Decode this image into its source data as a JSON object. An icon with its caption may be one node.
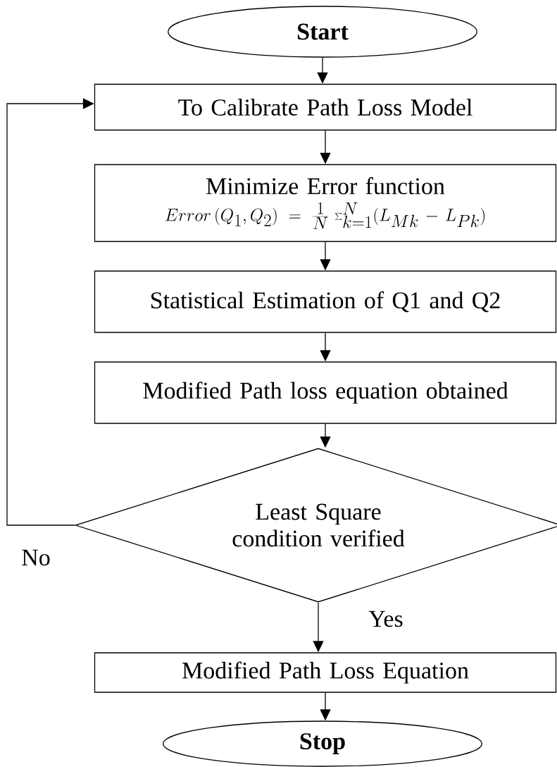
{
  "diagram": {
    "nodes": [
      {
        "text": [
          "Start"
        ]
      },
      {
        "text": [
          "To Calibrate Path Loss Model"
        ]
      },
      {
        "text": [
          "Minimize Error function",
          "Error\\,(Q_1,Q_2)=\\frac{1}{N}\\,\\sum_{k=1}^{N}(L_{Mk}-L_{Pk})"
        ]
      },
      {
        "text": [
          "Statistical Estimation of Q1 and Q2"
        ]
      },
      {
        "text": [
          "Modified Path loss equation obtained"
        ]
      },
      {
        "text": [
          "Least Square condition verified"
        ]
      },
      {
        "text": [
          "Modified Path Loss Equation"
        ]
      },
      {
        "text": [
          "Stop"
        ]
      }
    ],
    "edges": [
      {
        "from": 0,
        "to": 1,
        "arrow": "to"
      },
      {
        "from": 1,
        "to": 2,
        "arrow": "to"
      },
      {
        "from": 2,
        "to": 3,
        "arrow": "to"
      },
      {
        "from": 3,
        "to": 4,
        "arrow": "to"
      },
      {
        "from": 4,
        "to": 5,
        "arrow": "to"
      },
      {
        "from": 5,
        "to": 1,
        "arrow": "to",
        "label": "No"
      },
      {
        "from": 5,
        "to": 6,
        "arrow": "to",
        "label": "Yes"
      },
      {
        "from": 6,
        "to": 7,
        "arrow": "to"
      }
    ]
  }
}
